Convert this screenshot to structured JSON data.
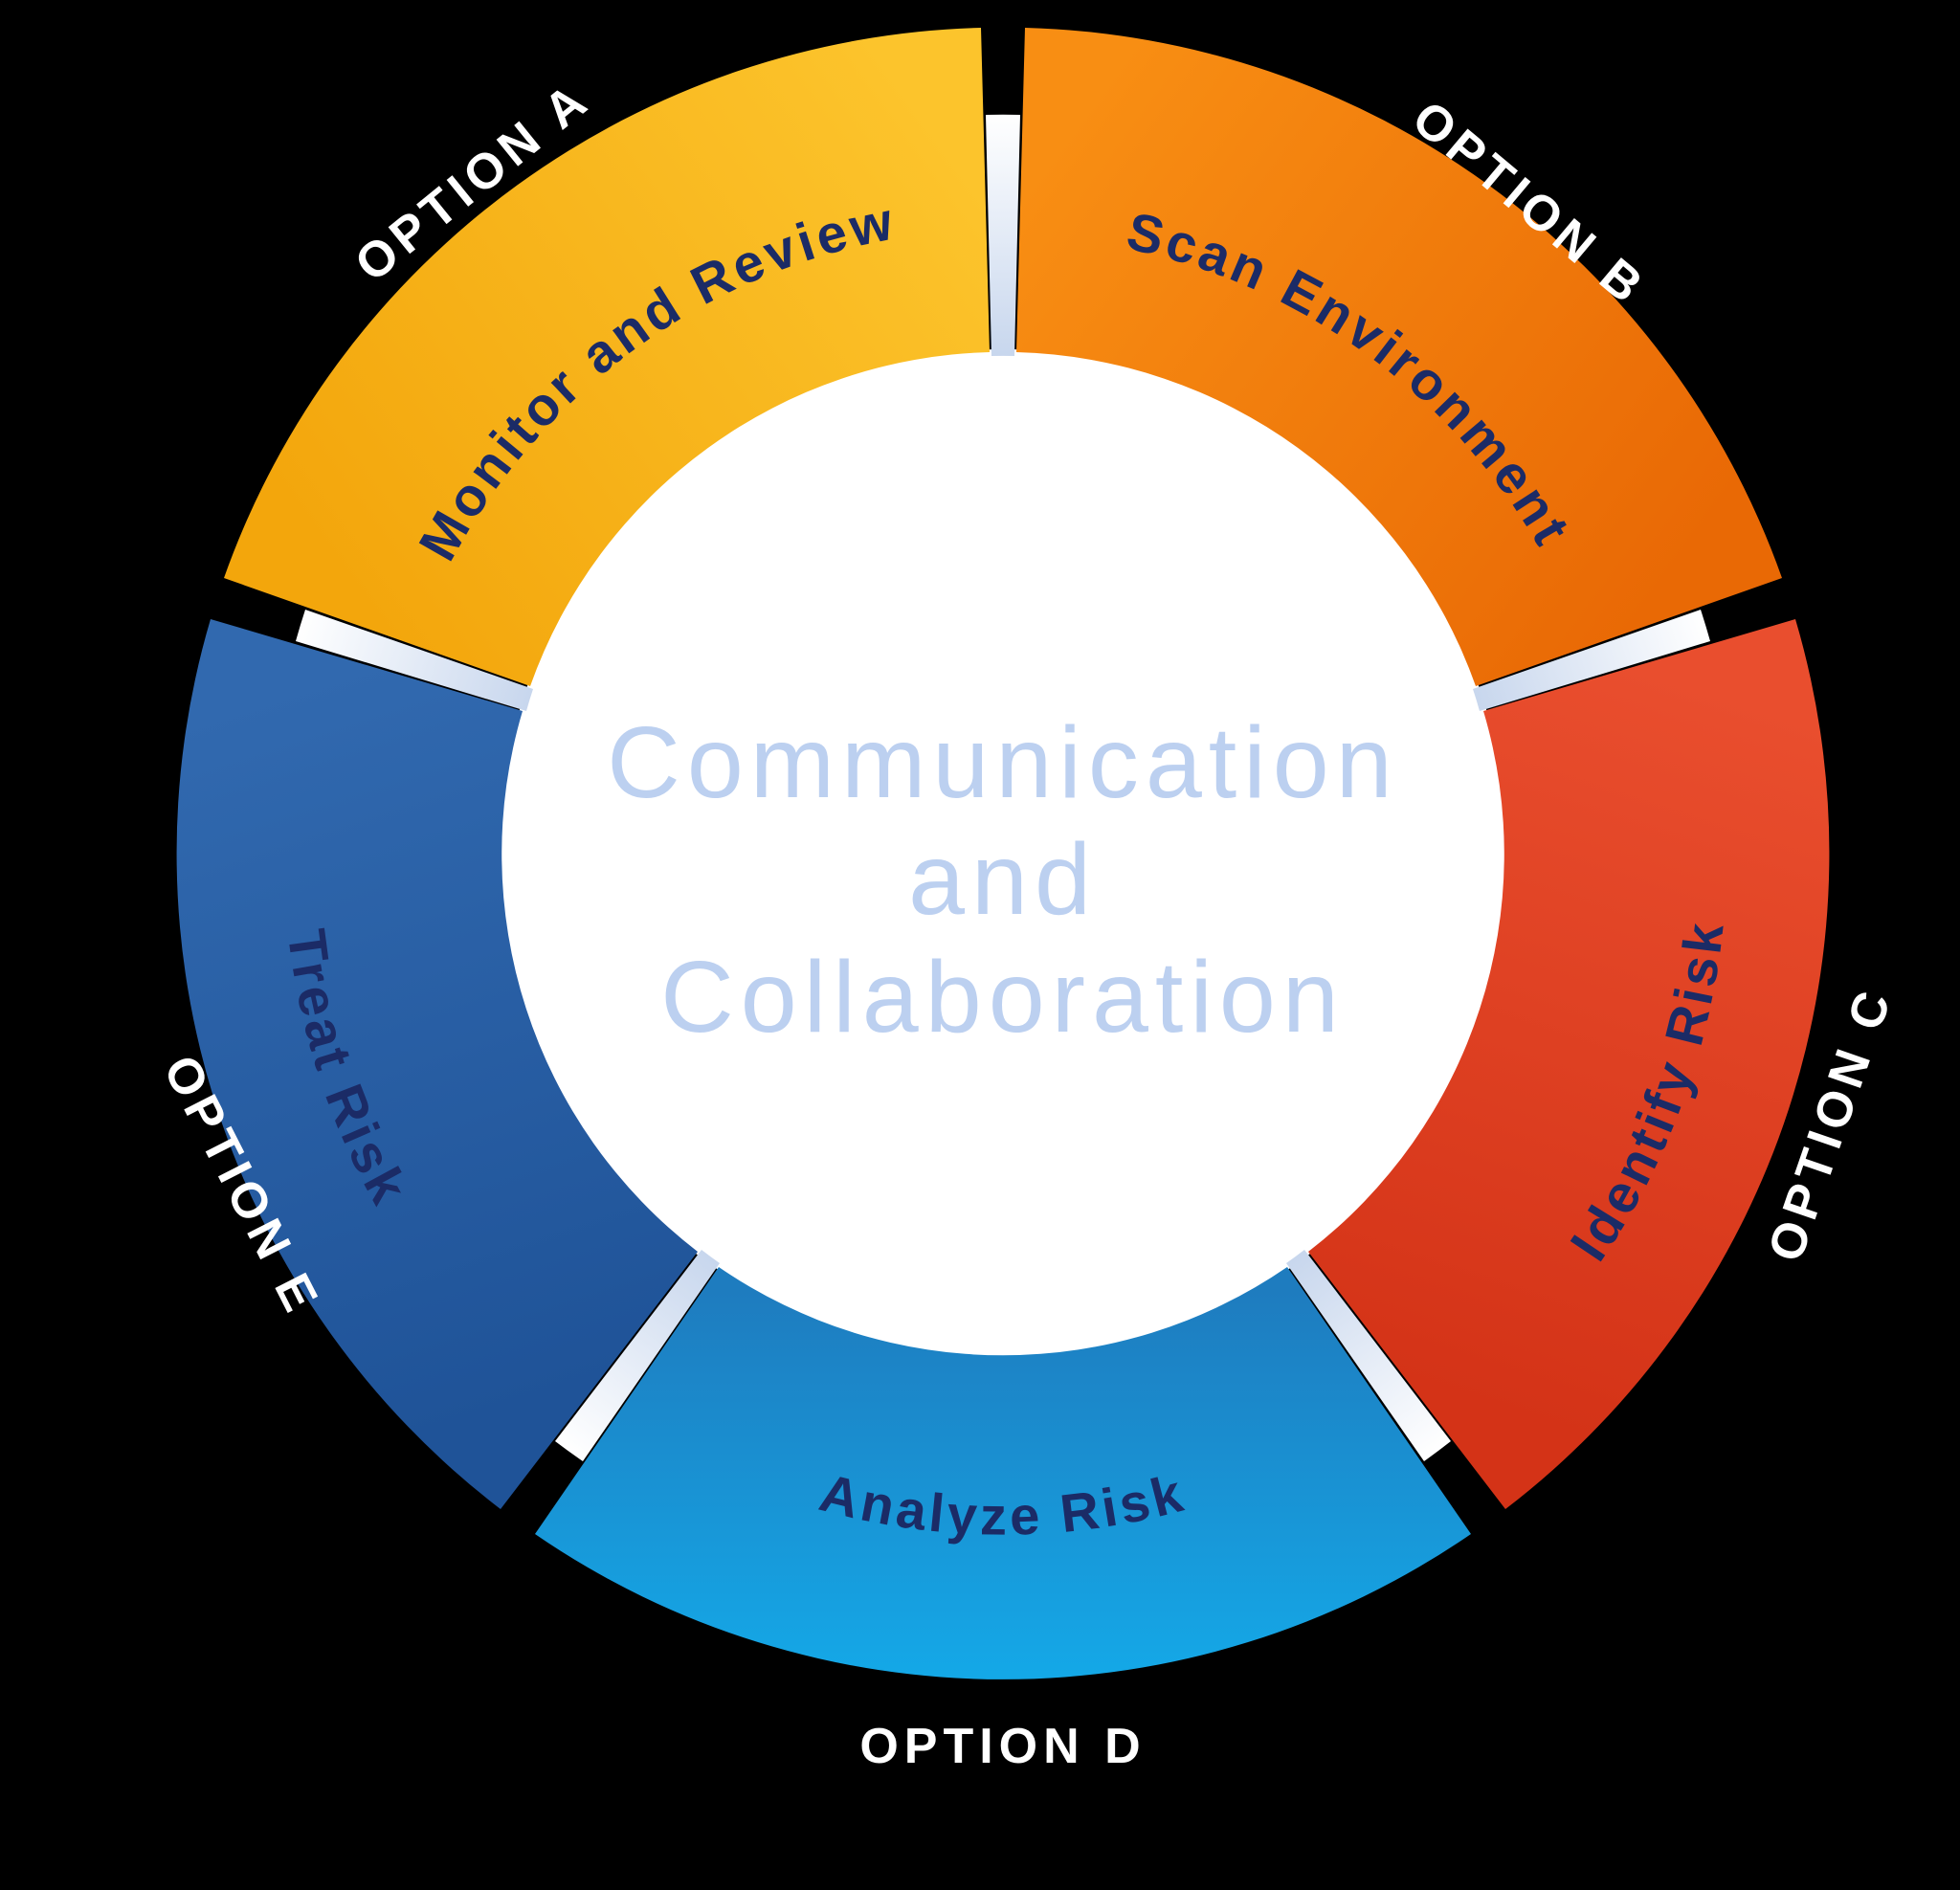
{
  "diagram": {
    "title_semantic": "risk-management-cycle-wheel",
    "center_text": {
      "line1": "Communication",
      "line2": "and",
      "line3": "Collaboration"
    },
    "colors": {
      "background": "#000000",
      "center_disk": "#FFFFFF",
      "center_text": "#BCD0F0",
      "segment_label_text": "#1B2B66",
      "option_label_text": "#FFFFFF",
      "separator_inner": "#C7D6ED",
      "separator_outer": "#FFFFFF"
    },
    "segments": [
      {
        "key": "a",
        "option_label": "OPTION A",
        "label": "Monitor and Review",
        "color_dark": "#F3A60C",
        "color_light": "#FCC42C"
      },
      {
        "key": "b",
        "option_label": "OPTION B",
        "label": "Scan Environment",
        "color_dark": "#E96905",
        "color_light": "#F88E13"
      },
      {
        "key": "c",
        "option_label": "OPTION C",
        "label": "Identify Risk",
        "color_dark": "#D43317",
        "color_light": "#E94E2E"
      },
      {
        "key": "d",
        "option_label": "OPTION D",
        "label": "Analyze Risk",
        "color_dark": "#1E7CBF",
        "color_light": "#14A9E8"
      },
      {
        "key": "e",
        "option_label": "OPTION E",
        "label": "Treat Risk",
        "color_dark": "#1F5398",
        "color_light": "#3169AF"
      }
    ]
  }
}
